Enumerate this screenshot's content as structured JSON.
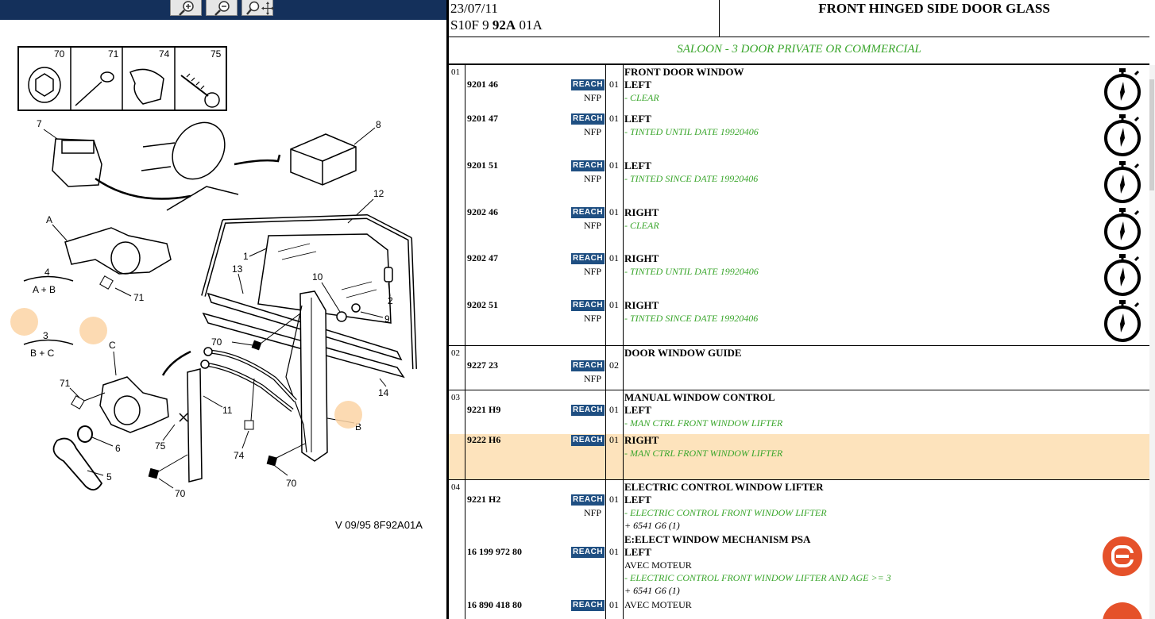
{
  "toolbar": {
    "zoom_in_icon": "zoom-in-icon",
    "zoom_out_icon": "zoom-out-icon",
    "zoom_pan_icon": "zoom-pan-icon"
  },
  "diagram": {
    "labels": {
      "n70": "70",
      "n71": "71",
      "n74": "74",
      "n75": "75",
      "n7": "7",
      "n8": "8",
      "n12": "12",
      "n1": "1",
      "n13": "13",
      "n10": "10",
      "n2": "2",
      "n9": "9",
      "A": "A",
      "n4": "4",
      "AB": "A + B",
      "n71b": "71",
      "n3": "3",
      "BC": "B + C",
      "C": "C",
      "n71c": "71",
      "n70b": "70",
      "n11": "11",
      "n14": "14",
      "B": "B",
      "n6": "6",
      "n75b": "75",
      "n74b": "74",
      "n5": "5",
      "n70c": "70",
      "n70d": "70"
    },
    "reference": "V 09/95 8F92A01A"
  },
  "header": {
    "date": "23/07/11",
    "code_prefix": "S10F 9 ",
    "code_bold": "92A",
    "code_suffix": " 01A",
    "title": "FRONT HINGED SIDE DOOR GLASS"
  },
  "subtitle": "SALOON - 3 DOOR PRIVATE OR COMMERCIAL",
  "groups": [
    {
      "num": "01",
      "title": "FRONT DOOR WINDOW",
      "rows": [
        {
          "pn": "9201 46",
          "badge": "REACH",
          "nfp": "NFP",
          "qty": "01",
          "desc": "LEFT",
          "note": "- CLEAR"
        },
        {
          "pn": "9201 47",
          "badge": "REACH",
          "nfp": "NFP",
          "qty": "01",
          "desc": "LEFT",
          "note": "- TINTED UNTIL DATE 19920406"
        },
        {
          "pn": "9201 51",
          "badge": "REACH",
          "nfp": "NFP",
          "qty": "01",
          "desc": "LEFT",
          "note": "- TINTED SINCE DATE 19920406"
        },
        {
          "pn": "9202 46",
          "badge": "REACH",
          "nfp": "NFP",
          "qty": "01",
          "desc": "RIGHT",
          "note": "- CLEAR"
        },
        {
          "pn": "9202 47",
          "badge": "REACH",
          "nfp": "NFP",
          "qty": "01",
          "desc": "RIGHT",
          "note": "- TINTED UNTIL DATE 19920406"
        },
        {
          "pn": "9202 51",
          "badge": "REACH",
          "nfp": "NFP",
          "qty": "01",
          "desc": "RIGHT",
          "note": "- TINTED SINCE DATE 19920406"
        }
      ]
    },
    {
      "num": "02",
      "title": "DOOR WINDOW GUIDE",
      "rows": [
        {
          "pn": "9227 23",
          "badge": "REACH",
          "nfp": "NFP",
          "qty": "02"
        }
      ]
    },
    {
      "num": "03",
      "title": "MANUAL WINDOW CONTROL",
      "rows": [
        {
          "pn": "9221 H9",
          "badge": "REACH",
          "qty": "01",
          "desc": "LEFT",
          "note": "- MAN CTRL FRONT WINDOW LIFTER"
        },
        {
          "pn": "9222 H6",
          "badge": "REACH",
          "qty": "01",
          "desc": "RIGHT",
          "note": "- MAN CTRL FRONT WINDOW LIFTER"
        }
      ]
    },
    {
      "num": "04",
      "title": "ELECTRIC CONTROL WINDOW LIFTER",
      "rows": [
        {
          "pn": "9221 H2",
          "badge": "REACH",
          "nfp": "NFP",
          "qty": "01",
          "desc": "LEFT",
          "note": "- ELECTRIC CONTROL FRONT WINDOW LIFTER",
          "extra": "+ 6541 G6 (1)"
        },
        {
          "pn": "16 199 972 80",
          "badge": "REACH",
          "qty": "01",
          "title2": "E:ELECT WINDOW MECHANISM PSA",
          "desc": "LEFT",
          "desc2": "AVEC MOTEUR",
          "note": "- ELECTRIC CONTROL FRONT WINDOW LIFTER AND AGE >= 3",
          "extra": "+ 6541 G6 (1)"
        },
        {
          "pn": "16 890 418 80",
          "badge": "REACH",
          "qty": "01",
          "desc2": "AVEC MOTEUR"
        }
      ]
    }
  ],
  "icons": {
    "watch": "stopwatch-icon",
    "electric": "electric-badge-icon"
  }
}
